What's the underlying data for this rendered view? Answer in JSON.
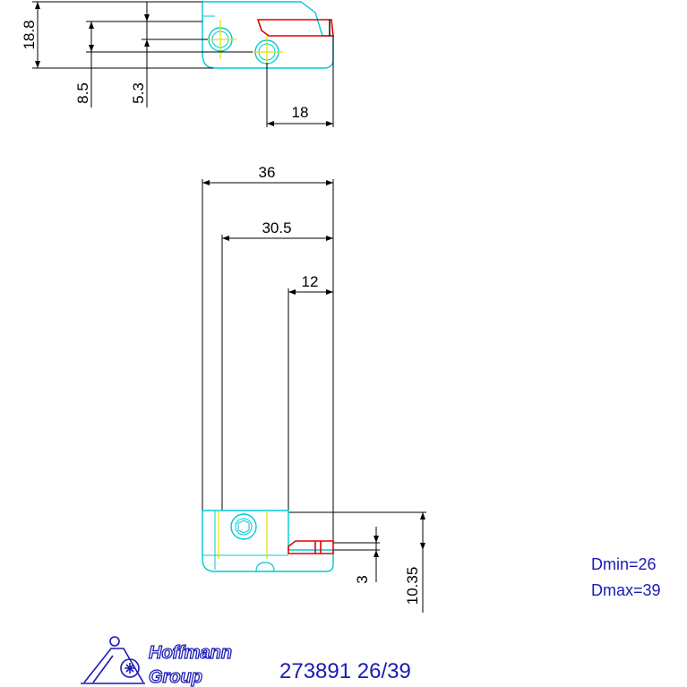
{
  "dimensions": {
    "height_18_8": "18.8",
    "height_8_5": "8.5",
    "height_5_3": "5.3",
    "width_18": "18",
    "width_36": "36",
    "width_30_5": "30.5",
    "width_12": "12",
    "height_3": "3",
    "height_10_35": "10.35"
  },
  "notes": {
    "dmin": "Dmin=26",
    "dmax": "Dmax=39"
  },
  "logo": {
    "line1": "Hoffmann",
    "line2": "Group"
  },
  "part_label": "273891 26/39",
  "colors": {
    "outline": "#00c8d8",
    "insert": "#e00000",
    "center_mark": "#e0e000",
    "dimension": "#000000",
    "annotation": "#1a1ab8"
  }
}
